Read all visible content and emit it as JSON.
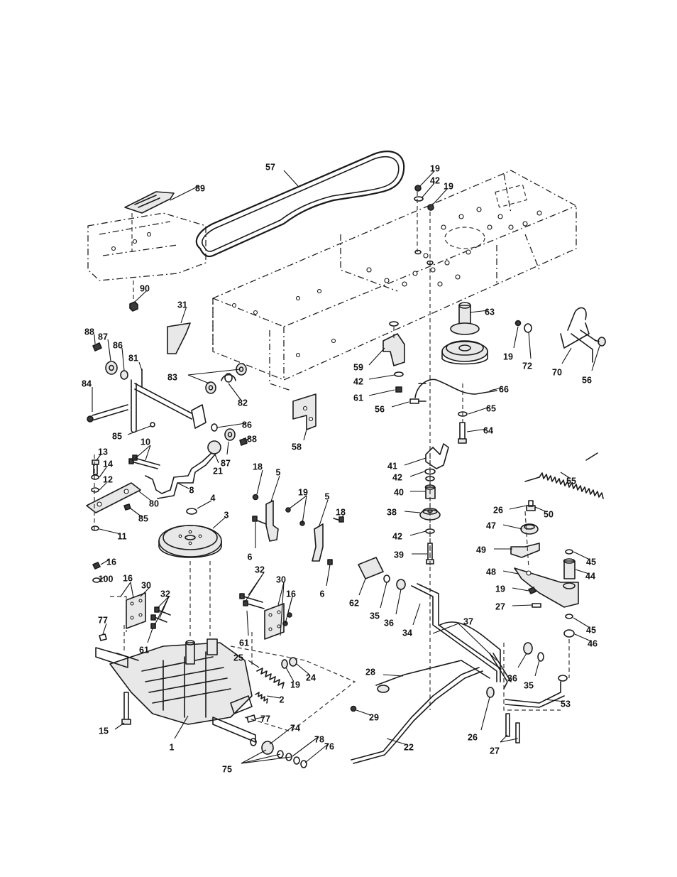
{
  "callouts": [
    {
      "id": "c57",
      "label": "57"
    },
    {
      "id": "c89",
      "label": "89"
    },
    {
      "id": "c19a",
      "label": "19"
    },
    {
      "id": "c42a",
      "label": "42"
    },
    {
      "id": "c19b",
      "label": "19"
    },
    {
      "id": "c90",
      "label": "90"
    },
    {
      "id": "c31",
      "label": "31"
    },
    {
      "id": "c63",
      "label": "63"
    },
    {
      "id": "c19c",
      "label": "19"
    },
    {
      "id": "c72",
      "label": "72"
    },
    {
      "id": "c70",
      "label": "70"
    },
    {
      "id": "c56a",
      "label": "56"
    },
    {
      "id": "c88a",
      "label": "88"
    },
    {
      "id": "c87a",
      "label": "87"
    },
    {
      "id": "c86a",
      "label": "86"
    },
    {
      "id": "c81",
      "label": "81"
    },
    {
      "id": "c83",
      "label": "83"
    },
    {
      "id": "c82",
      "label": "82"
    },
    {
      "id": "c59",
      "label": "59"
    },
    {
      "id": "c42b",
      "label": "42"
    },
    {
      "id": "c61a",
      "label": "61"
    },
    {
      "id": "c56b",
      "label": "56"
    },
    {
      "id": "c66",
      "label": "66"
    },
    {
      "id": "c65",
      "label": "65"
    },
    {
      "id": "c64",
      "label": "64"
    },
    {
      "id": "c84",
      "label": "84"
    },
    {
      "id": "c85a",
      "label": "85"
    },
    {
      "id": "c86b",
      "label": "86"
    },
    {
      "id": "c88b",
      "label": "88"
    },
    {
      "id": "c87b",
      "label": "87"
    },
    {
      "id": "c58",
      "label": "58"
    },
    {
      "id": "c10",
      "label": "10"
    },
    {
      "id": "c21",
      "label": "21"
    },
    {
      "id": "c13",
      "label": "13"
    },
    {
      "id": "c14",
      "label": "14"
    },
    {
      "id": "c12",
      "label": "12"
    },
    {
      "id": "c8",
      "label": "8"
    },
    {
      "id": "c80",
      "label": "80"
    },
    {
      "id": "c85b",
      "label": "85"
    },
    {
      "id": "c11",
      "label": "11"
    },
    {
      "id": "c41",
      "label": "41"
    },
    {
      "id": "c42c",
      "label": "42"
    },
    {
      "id": "c40",
      "label": "40"
    },
    {
      "id": "c38",
      "label": "38"
    },
    {
      "id": "c42d",
      "label": "42"
    },
    {
      "id": "c39",
      "label": "39"
    },
    {
      "id": "c55",
      "label": "55"
    },
    {
      "id": "c18a",
      "label": "18"
    },
    {
      "id": "c5a",
      "label": "5"
    },
    {
      "id": "c19d",
      "label": "19"
    },
    {
      "id": "c5b",
      "label": "5"
    },
    {
      "id": "c18b",
      "label": "18"
    },
    {
      "id": "c6a",
      "label": "6"
    },
    {
      "id": "c6b",
      "label": "6"
    },
    {
      "id": "c4",
      "label": "4"
    },
    {
      "id": "c3",
      "label": "3"
    },
    {
      "id": "c26a",
      "label": "26"
    },
    {
      "id": "c50",
      "label": "50"
    },
    {
      "id": "c47",
      "label": "47"
    },
    {
      "id": "c49",
      "label": "49"
    },
    {
      "id": "c45a",
      "label": "45"
    },
    {
      "id": "c44",
      "label": "44"
    },
    {
      "id": "c48",
      "label": "48"
    },
    {
      "id": "c19e",
      "label": "19"
    },
    {
      "id": "c27a",
      "label": "27"
    },
    {
      "id": "c45b",
      "label": "45"
    },
    {
      "id": "c46",
      "label": "46"
    },
    {
      "id": "c16a",
      "label": "16"
    },
    {
      "id": "c100",
      "label": "100"
    },
    {
      "id": "c16b",
      "label": "16"
    },
    {
      "id": "c30a",
      "label": "30"
    },
    {
      "id": "c32a",
      "label": "32"
    },
    {
      "id": "c61b",
      "label": "61"
    },
    {
      "id": "c77a",
      "label": "77"
    },
    {
      "id": "c32b",
      "label": "32"
    },
    {
      "id": "c30b",
      "label": "30"
    },
    {
      "id": "c16c",
      "label": "16"
    },
    {
      "id": "c61c",
      "label": "61"
    },
    {
      "id": "c62",
      "label": "62"
    },
    {
      "id": "c35a",
      "label": "35"
    },
    {
      "id": "c36a",
      "label": "36"
    },
    {
      "id": "c34",
      "label": "34"
    },
    {
      "id": "c37",
      "label": "37"
    },
    {
      "id": "c25",
      "label": "25"
    },
    {
      "id": "c24",
      "label": "24"
    },
    {
      "id": "c19f",
      "label": "19"
    },
    {
      "id": "c2",
      "label": "2"
    },
    {
      "id": "c28",
      "label": "28"
    },
    {
      "id": "c29",
      "label": "29"
    },
    {
      "id": "c36b",
      "label": "36"
    },
    {
      "id": "c35b",
      "label": "35"
    },
    {
      "id": "c53",
      "label": "53"
    },
    {
      "id": "c77b",
      "label": "77"
    },
    {
      "id": "c74",
      "label": "74"
    },
    {
      "id": "c78",
      "label": "78"
    },
    {
      "id": "c76",
      "label": "76"
    },
    {
      "id": "c15",
      "label": "15"
    },
    {
      "id": "c1",
      "label": "1"
    },
    {
      "id": "c75",
      "label": "75"
    },
    {
      "id": "c22",
      "label": "22"
    },
    {
      "id": "c26b",
      "label": "26"
    },
    {
      "id": "c27b",
      "label": "27"
    }
  ]
}
